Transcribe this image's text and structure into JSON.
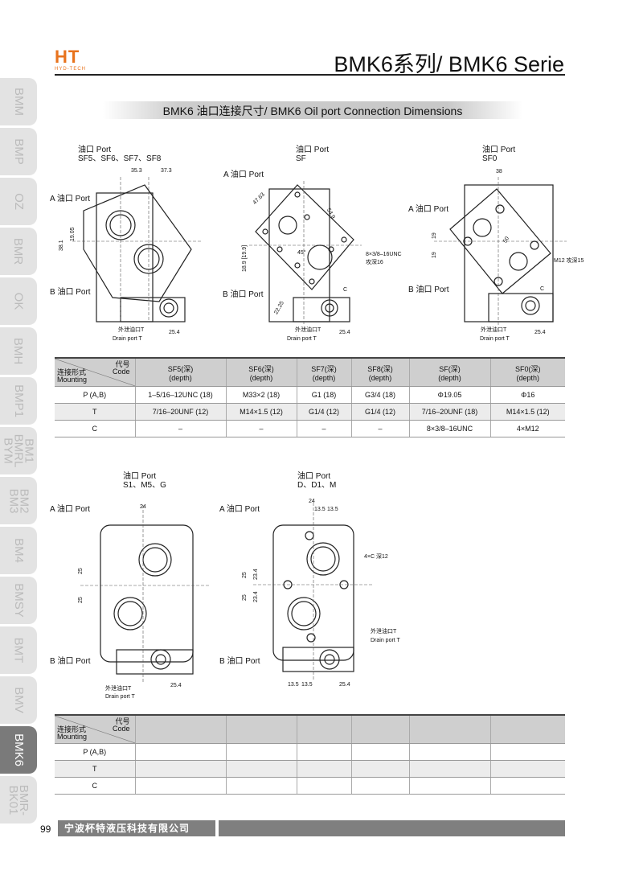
{
  "header": {
    "logo_main": "HT",
    "logo_sub": "HYD-TECH",
    "title": "BMK6系列/ BMK6 Serie"
  },
  "side_tabs": [
    "BMM",
    "BMP",
    "OZ",
    "BMR",
    "OK",
    "BMH",
    "BMP1",
    "BM1\nBMRL\nBYM",
    "BM2\nBM3",
    "BM4",
    "BMSY",
    "BMT",
    "BMV",
    "BMK6",
    "BMR-\nBK01"
  ],
  "active_tab": "BMK6",
  "section_title": "BMK6 油口连接尺寸/  BMK6 Oil port Connection Dimensions",
  "drawings_top": [
    {
      "caption": "油口 Port\nSF5、SF6、SF7、SF8",
      "a_port": "A 油口 Port",
      "b_port": "B 油口 Port",
      "drain_cn": "外泄油口T",
      "drain_en": "Drain port T",
      "dims": [
        "35.3",
        "37.3",
        "38.1",
        "19.05",
        "25.4"
      ]
    },
    {
      "caption": "油口 Port\nSF",
      "a_port": "A 油口 Port",
      "b_port": "B 油口 Port",
      "drain_cn": "外泄油口T",
      "drain_en": "Drain port T",
      "dims": [
        "47.63",
        "54.9",
        "18.9 [19.9]",
        "45°",
        "22.25",
        "25.4"
      ],
      "note1": "8×3/8–16UNC",
      "note2": "攻深16",
      "c_label": "C"
    },
    {
      "caption": "油口 Port\nSF0",
      "a_port": "A 油口 Port",
      "b_port": "B 油口 Port",
      "drain_cn": "外泄油口T",
      "drain_en": "Drain port T",
      "dims": [
        "38",
        "19",
        "19",
        "50",
        "25.4"
      ],
      "note1": "M12 攻深15",
      "c_label": "C"
    }
  ],
  "table1": {
    "corner_top": "代号\nCode",
    "corner_bottom": "连接形式\nMounting",
    "columns": [
      "SF5(深)\n(depth)",
      "SF6(深)\n(depth)",
      "SF7(深)\n(depth)",
      "SF8(深)\n(depth)",
      "SF(深)\n(depth)",
      "SF0(深)\n(depth)"
    ],
    "rows": [
      {
        "label": "P (A,B)",
        "cells": [
          "1–5/16–12UNC (18)",
          "M33×2 (18)",
          "G1 (18)",
          "G3/4 (18)",
          "Φ19.05",
          "Φ16"
        ]
      },
      {
        "label": "T",
        "cells": [
          "7/16–20UNF (12)",
          "M14×1.5 (12)",
          "G1/4 (12)",
          "G1/4 (12)",
          "7/16–20UNF (18)",
          "M14×1.5  (12)"
        ]
      },
      {
        "label": "C",
        "cells": [
          "–",
          "–",
          "–",
          "–",
          "8×3/8–16UNC",
          "4×M12"
        ]
      }
    ]
  },
  "drawings_bottom": [
    {
      "caption": "油口 Port\nS1、M5、G",
      "a_port": "A 油口 Port",
      "b_port": "B 油口 Port",
      "drain_cn": "外泄油口T",
      "drain_en": "Drain port T",
      "dims": [
        "24",
        "25",
        "25",
        "25.4"
      ]
    },
    {
      "caption": "油口 Port\nD、D1、M",
      "a_port": "A 油口 Port",
      "b_port": "B 油口 Port",
      "drain_cn": "外泄油口T",
      "drain_en": "Drain port T",
      "dims": [
        "24",
        "13.5",
        "13.5",
        "25",
        "23.4",
        "25",
        "23.4",
        "13.5",
        "13.5",
        "25.4"
      ],
      "note1": "4×C 深12"
    }
  ],
  "table2": {
    "corner_top": "代号\nCode",
    "corner_bottom": "连接形式\nMounting",
    "rows": [
      "P (A,B)",
      "T",
      "C"
    ]
  },
  "footer": {
    "page_number": "99",
    "company": "宁波杯特液压科技有限公司"
  }
}
